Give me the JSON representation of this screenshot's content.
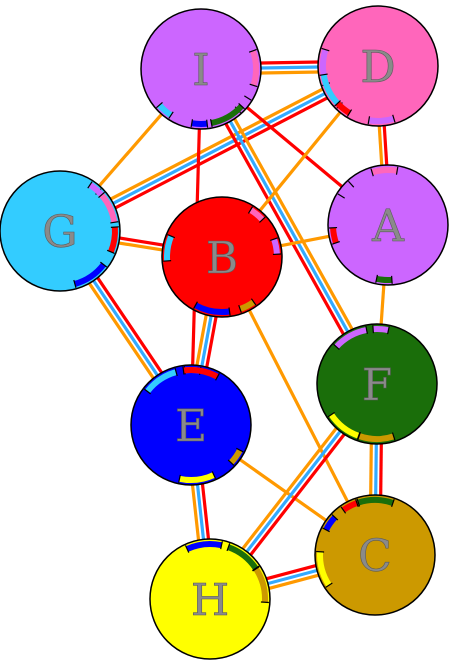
{
  "diagram": {
    "nodes": [
      {
        "id": "I",
        "label": "I",
        "color": "#cc66ff"
      },
      {
        "id": "D",
        "label": "D",
        "color": "#ff66bb"
      },
      {
        "id": "G",
        "label": "G",
        "color": "#33ccff"
      },
      {
        "id": "B",
        "label": "B",
        "color": "#ff0000"
      },
      {
        "id": "A",
        "label": "A",
        "color": "#cc66ff"
      },
      {
        "id": "F",
        "label": "F",
        "color": "#1a6e0a"
      },
      {
        "id": "E",
        "label": "E",
        "color": "#0000ff"
      },
      {
        "id": "H",
        "label": "H",
        "color": "#ffff00"
      },
      {
        "id": "C",
        "label": "C",
        "color": "#cc9900"
      }
    ],
    "edges": [
      {
        "from": "I",
        "to": "D",
        "colors": [
          "#ff0000",
          "#33aaff",
          "#ff9900"
        ]
      },
      {
        "from": "D",
        "to": "G",
        "colors": [
          "#ff0000",
          "#33aaff",
          "#ff9900"
        ]
      },
      {
        "from": "I",
        "to": "G",
        "colors": [
          "#ff9900"
        ]
      },
      {
        "from": "D",
        "to": "A",
        "colors": [
          "#ff0000",
          "#ff9900"
        ]
      },
      {
        "from": "I",
        "to": "A",
        "colors": [
          "#ff0000"
        ]
      },
      {
        "from": "I",
        "to": "F",
        "colors": [
          "#ff9900",
          "#33aaff",
          "#ff0000"
        ]
      },
      {
        "from": "I",
        "to": "E",
        "colors": [
          "#ff0000"
        ]
      },
      {
        "from": "D",
        "to": "B",
        "colors": [
          "#ff9900"
        ]
      },
      {
        "from": "G",
        "to": "B",
        "colors": [
          "#ff0000",
          "#ff9900"
        ]
      },
      {
        "from": "G",
        "to": "E",
        "colors": [
          "#ff0000",
          "#33aaff",
          "#ff9900"
        ]
      },
      {
        "from": "B",
        "to": "A",
        "colors": [
          "#ff9900"
        ]
      },
      {
        "from": "B",
        "to": "E",
        "colors": [
          "#ff0000",
          "#33aaff",
          "#ff9900"
        ]
      },
      {
        "from": "B",
        "to": "C",
        "colors": [
          "#ff9900"
        ]
      },
      {
        "from": "A",
        "to": "F",
        "colors": [
          "#ff9900"
        ]
      },
      {
        "from": "E",
        "to": "H",
        "colors": [
          "#ff0000",
          "#33aaff",
          "#ff9900"
        ]
      },
      {
        "from": "E",
        "to": "C",
        "colors": [
          "#ff9900"
        ]
      },
      {
        "from": "F",
        "to": "C",
        "colors": [
          "#ff0000",
          "#33aaff",
          "#ff9900"
        ]
      },
      {
        "from": "F",
        "to": "H",
        "colors": [
          "#ff0000",
          "#33aaff",
          "#ff9900"
        ]
      },
      {
        "from": "H",
        "to": "C",
        "colors": [
          "#ff0000",
          "#33aaff",
          "#ff9900"
        ]
      }
    ]
  }
}
